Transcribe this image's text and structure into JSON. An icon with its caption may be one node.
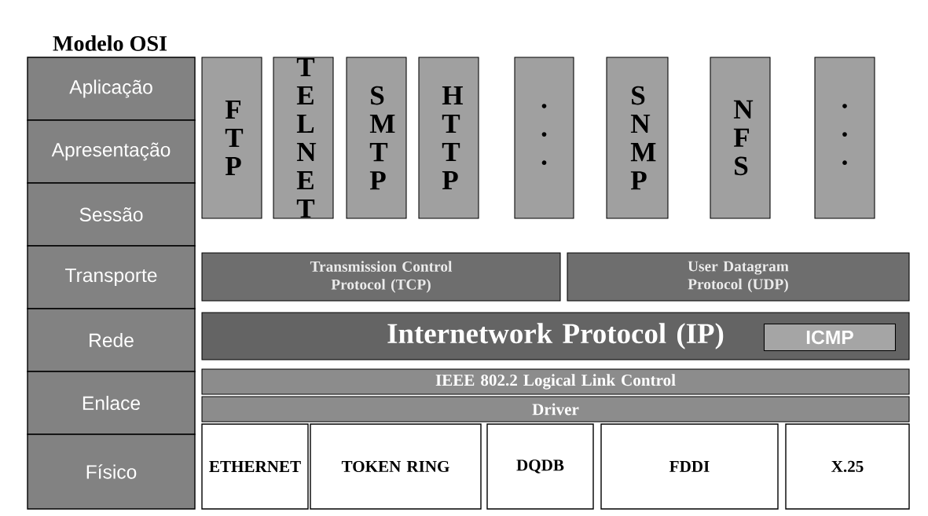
{
  "diagram": {
    "title": "Modelo OSI",
    "nodes": [
      {
        "text": [
          "Aplicação"
        ]
      },
      {
        "text": [
          "Apresentação"
        ]
      },
      {
        "text": [
          "Sessão"
        ]
      },
      {
        "text": [
          "Transporte"
        ]
      },
      {
        "text": [
          "Rede"
        ]
      },
      {
        "text": [
          "Enlace"
        ]
      },
      {
        "text": [
          "Físico"
        ]
      },
      {
        "text": [
          "F T P"
        ]
      },
      {
        "text": [
          "T E L N E T"
        ]
      },
      {
        "text": [
          "S M T P"
        ]
      },
      {
        "text": [
          "H T T P"
        ]
      },
      {
        "text": [
          "· · ·"
        ]
      },
      {
        "text": [
          "S N M P"
        ]
      },
      {
        "text": [
          "N F S"
        ]
      },
      {
        "text": [
          "· · ·"
        ]
      },
      {
        "text": [
          "Transmission Control Protocol (TCP)"
        ]
      },
      {
        "text": [
          "User Datagram Protocol (UDP)"
        ]
      },
      {
        "text": [
          "Internetwork Protocol (IP)"
        ]
      },
      {
        "text": [
          "ICMP"
        ],
        "in": 17
      },
      {
        "text": [
          "IEEE 802.2 Logical Link Control"
        ]
      },
      {
        "text": [
          "Driver"
        ]
      },
      {
        "text": [
          "ETHERNET"
        ]
      },
      {
        "text": [
          "TOKEN RING"
        ]
      },
      {
        "text": [
          "DQDB"
        ]
      },
      {
        "text": [
          "FDDI"
        ]
      },
      {
        "text": [
          "X.25"
        ]
      }
    ],
    "edges": []
  }
}
